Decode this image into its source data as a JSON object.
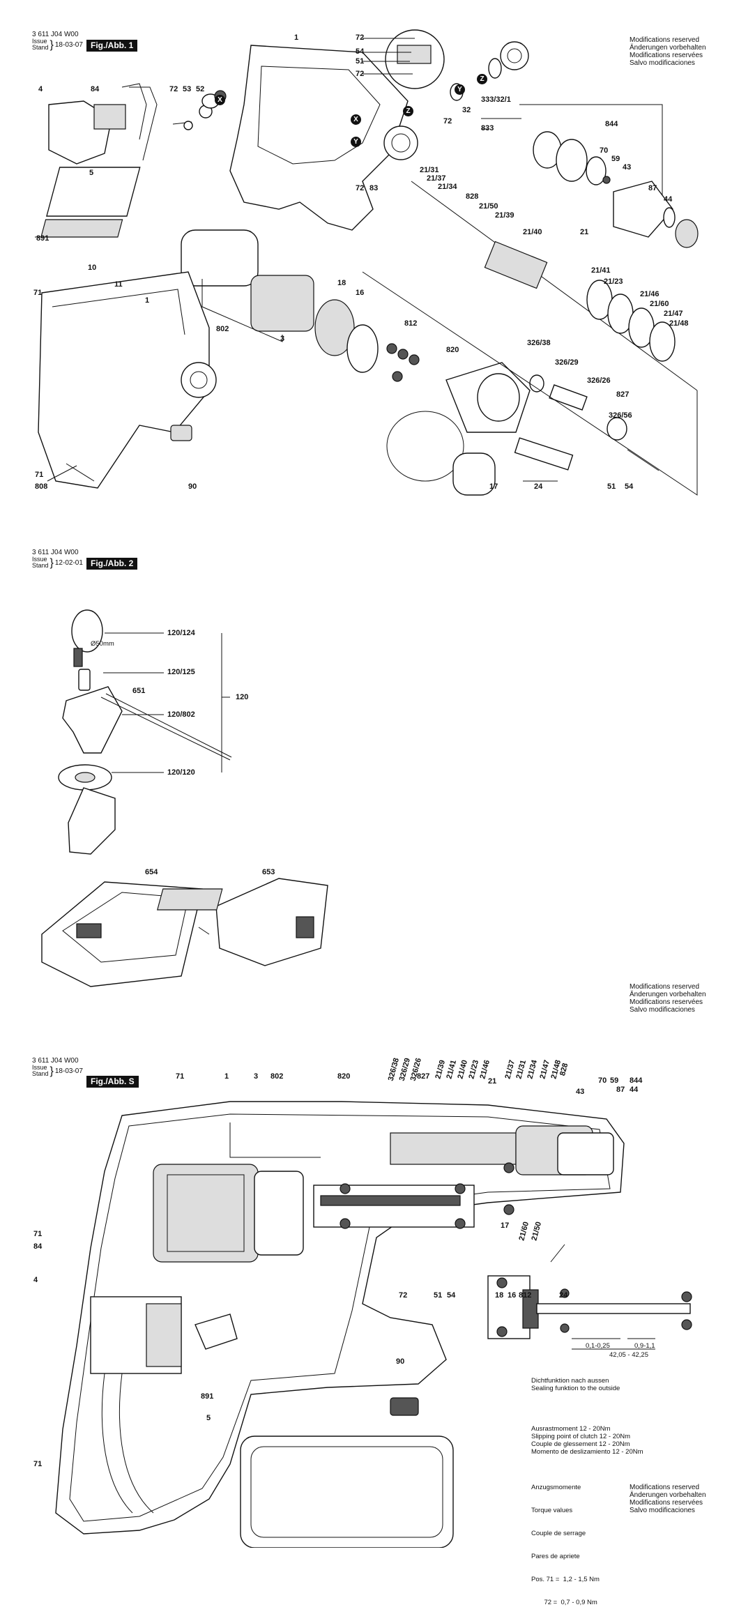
{
  "fig1": {
    "doc_number": "3 611 J04 W00",
    "issue_label": "Issue",
    "stand_label": "Stand",
    "date": "18-03-07",
    "title": "Fig./Abb. 1",
    "modifications": [
      "Modifications reserved",
      "Änderungen vorbehalten",
      "Modifications reservées",
      "Salvo modificaciones"
    ],
    "labels": {
      "l1": "1",
      "l72a": "72",
      "l54": "54",
      "l51": "51",
      "l72b": "72",
      "l4": "4",
      "l84": "84",
      "l72c": "72",
      "l53": "53",
      "l52": "52",
      "lX": "X",
      "l333": "333/32/1",
      "lZa": "Z",
      "lY": "Y",
      "l32": "32",
      "l72d": "72",
      "l833": "833",
      "lX2": "X",
      "lY2": "Y",
      "lZ2": "Z",
      "l844": "844",
      "l70": "70",
      "l59": "59",
      "l43": "43",
      "l87": "87",
      "l44": "44",
      "l5": "5",
      "l72e": "72",
      "l83": "83",
      "l2131": "21/31",
      "l2137": "21/37",
      "l2134": "21/34",
      "l828": "828",
      "l2150": "21/50",
      "l2139": "21/39",
      "l2140": "21/40",
      "l21": "21",
      "l891": "891",
      "l2141": "21/41",
      "l2123": "21/23",
      "l2146": "21/46",
      "l2160": "21/60",
      "l2147": "21/47",
      "l2148": "21/48",
      "l10": "10",
      "l11": "11",
      "l1b": "1",
      "l71": "71",
      "l802": "802",
      "l3": "3",
      "l18": "18",
      "l16": "16",
      "l812": "812",
      "l820": "820",
      "l32638": "326/38",
      "l32629": "326/29",
      "l32626": "326/26",
      "l827": "827",
      "l32656": "326/56",
      "l71b": "71",
      "l808": "808",
      "l90": "90",
      "l17": "17",
      "l24": "24",
      "l51b": "51",
      "l54b": "54"
    }
  },
  "fig2": {
    "doc_number": "3 611 J04 W00",
    "issue_label": "Issue",
    "stand_label": "Stand",
    "date": "12-02-01",
    "title": "Fig./Abb. 2",
    "diameter": "Ø50mm",
    "modifications": [
      "Modifications reserved",
      "Änderungen vorbehalten",
      "Modifications reservées",
      "Salvo modificaciones"
    ],
    "labels": {
      "l120124": "120/124",
      "l120125": "120/125",
      "l651": "651",
      "l120": "120",
      "l120802": "120/802",
      "l120120": "120/120",
      "l654": "654",
      "l653": "653"
    }
  },
  "figS": {
    "doc_number": "3 611 J04 W00",
    "issue_label": "Issue",
    "stand_label": "Stand",
    "date": "18-03-07",
    "title": "Fig./Abb. S",
    "labels": {
      "l71": "71",
      "l1": "1",
      "l3": "3",
      "l802": "802",
      "l820": "820",
      "l32638": "326/38",
      "l32629": "326/29",
      "l32626": "326/26",
      "l827": "827",
      "l2139": "21/39",
      "l2141": "21/41",
      "l2140": "21/40",
      "l2123": "21/23",
      "l2146": "21/46",
      "l21": "21",
      "l2137": "21/37",
      "l2131": "21/31",
      "l2134": "21/34",
      "l2147": "21/47",
      "l2148": "21/48",
      "l828": "828",
      "l43": "43",
      "l70": "70",
      "l59": "59",
      "l87": "87",
      "l844": "844",
      "l44": "44",
      "l17": "17",
      "l2160": "21/60",
      "l2150": "21/50",
      "l71b": "71",
      "l84": "84",
      "l4": "4",
      "l72": "72",
      "l51": "51",
      "l54": "54",
      "l18": "18",
      "l16": "16",
      "l812": "812",
      "l24": "24",
      "l90": "90",
      "l891": "891",
      "l5": "5",
      "l71c": "71"
    },
    "dims": {
      "d1": "0,1-0,25",
      "d2": "0,9-1,1",
      "d3": "42,05 - 42,25"
    },
    "sealing": [
      "Dichtfunktion nach aussen",
      "Sealing funktion to the outside"
    ],
    "clutch": [
      "Ausrastmoment 12 - 20Nm",
      "Slipping point of clutch 12 - 20Nm",
      "Couple de glessement 12 - 20Nm",
      "Momento de deslizamiento 12 - 20Nm"
    ],
    "torque": [
      "Anzugsmomente",
      "Torque values",
      "Couple de serrage",
      "Pares de apriete",
      "Pos. 71 =  1,2 - 1,5 Nm",
      "       72 =  0,7 - 0,9 Nm"
    ],
    "modifications": [
      "Modifications reserved",
      "Änderungen vorbehalten",
      "Modifications reservées",
      "Salvo modificaciones"
    ]
  }
}
